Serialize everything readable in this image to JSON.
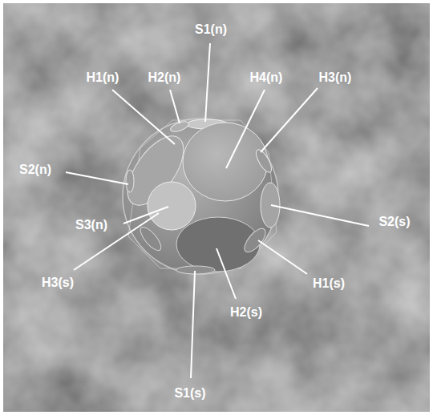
{
  "diagram": {
    "labels": [
      "S1(n)",
      "H1(n)",
      "H2(n)",
      "H4(n)",
      "H3(n)",
      "S2(n)",
      "S3(n)",
      "S2(s)",
      "H3(s)",
      "H1(s)",
      "H2(s)",
      "S1(s)"
    ]
  }
}
